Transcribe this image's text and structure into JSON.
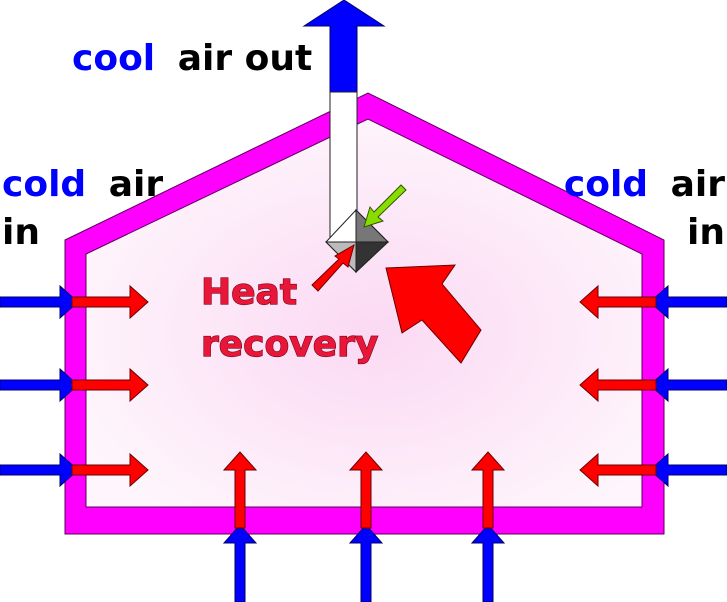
{
  "labels": {
    "top": {
      "accent": "cool",
      "rest": "air out"
    },
    "left": {
      "accent": "cold",
      "rest": "air",
      "line2": "in"
    },
    "right": {
      "accent": "cold",
      "rest": "air",
      "line2": "in"
    },
    "heat": {
      "line1": "Heat",
      "line2": "recovery"
    }
  },
  "colors": {
    "blue": "#0000ff",
    "red": "#ff0000",
    "magenta": "#ff00ff",
    "interior": "#fde8f8",
    "green": "#88dd00",
    "heat_text": "#e8173a"
  }
}
